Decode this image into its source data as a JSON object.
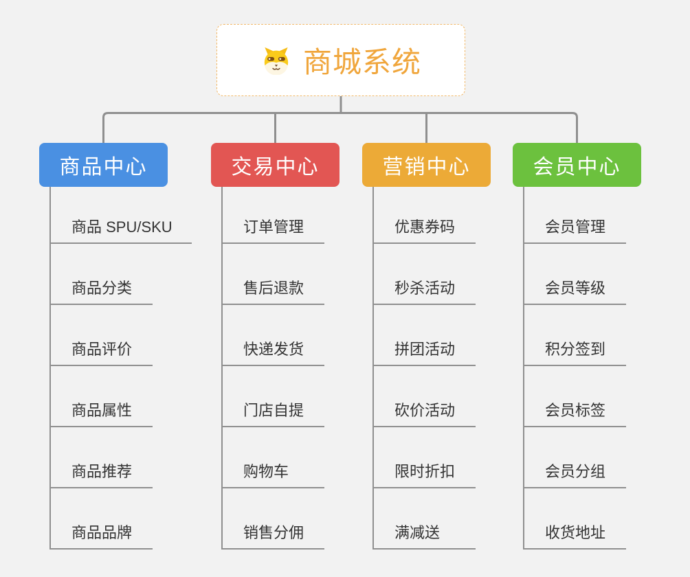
{
  "root": {
    "title": "商城系统",
    "icon": "shiba-dog-icon",
    "title_color": "#F0A63C",
    "border_color": "#F2B969"
  },
  "background_color": "#F2F2F2",
  "connector_color": "#8F8F8F",
  "branches": [
    {
      "label": "商品中心",
      "color": "#4A90E2",
      "items": [
        "商品 SPU/SKU",
        "商品分类",
        "商品评价",
        "商品属性",
        "商品推荐",
        "商品品牌"
      ]
    },
    {
      "label": "交易中心",
      "color": "#E25653",
      "items": [
        "订单管理",
        "售后退款",
        "快递发货",
        "门店自提",
        "购物车",
        "销售分佣"
      ]
    },
    {
      "label": "营销中心",
      "color": "#ECAA37",
      "items": [
        "优惠券码",
        "秒杀活动",
        "拼团活动",
        "砍价活动",
        "限时折扣",
        "满减送"
      ]
    },
    {
      "label": "会员中心",
      "color": "#6CC13E",
      "items": [
        "会员管理",
        "会员等级",
        "积分签到",
        "会员标签",
        "会员分组",
        "收货地址"
      ]
    }
  ]
}
